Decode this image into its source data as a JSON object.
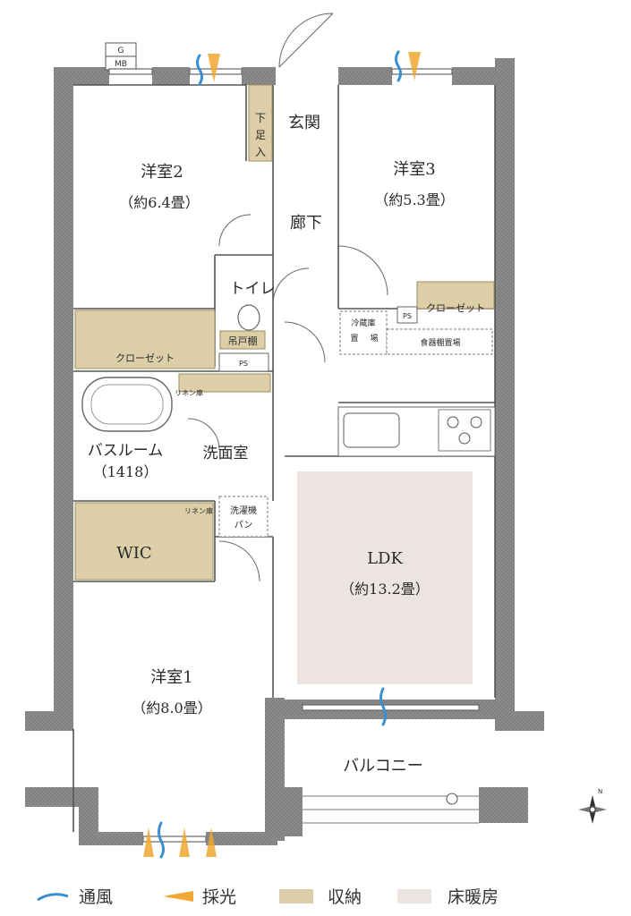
{
  "rooms": {
    "western2_name": "洋室2",
    "western2_size": "（約6.4畳）",
    "western3_name": "洋室3",
    "western3_size": "（約5.3畳）",
    "western1_name": "洋室1",
    "western1_size": "（約8.0畳）",
    "ldk_name": "LDK",
    "ldk_size": "（約13.2畳）",
    "entrance": "玄関",
    "corridor": "廊下",
    "toilet": "トイレ",
    "washroom": "洗面室",
    "bathroom_name": "バスルーム",
    "bathroom_size": "（1418）",
    "wic": "WIC",
    "balcony": "バルコニー"
  },
  "storage": {
    "closet_w2": "クローゼット",
    "closet_w3": "クローゼット",
    "shoe_box_1": "下",
    "shoe_box_2": "足",
    "shoe_box_3": "入",
    "hanging_shelf": "吊戸棚",
    "linen_1": "リネン庫",
    "linen_2": "リネン庫",
    "fridge_1": "冷蔵庫",
    "fridge_2": "置",
    "fridge_3": "場",
    "dish_shelf": "食器棚置場",
    "washer_1": "洗濯機",
    "washer_2": "パン"
  },
  "fixtures": {
    "ps1": "PS",
    "ps2": "PS",
    "meter_g": "G",
    "meter_mb": "MB"
  },
  "compass": {
    "north": "N"
  },
  "legend": [
    {
      "label": "通風",
      "color": "#3a8fd0"
    },
    {
      "label": "採光",
      "color": "#f0a830"
    },
    {
      "label": "収納",
      "color": "#dccfa8"
    },
    {
      "label": "床暖房",
      "color": "#ece4e0"
    }
  ],
  "colors": {
    "wall": "#8a8a8a",
    "storage": "#dccfa8",
    "floor_heating": "#ece4e0",
    "wind": "#3a8fd0",
    "light": "#f0a830"
  }
}
